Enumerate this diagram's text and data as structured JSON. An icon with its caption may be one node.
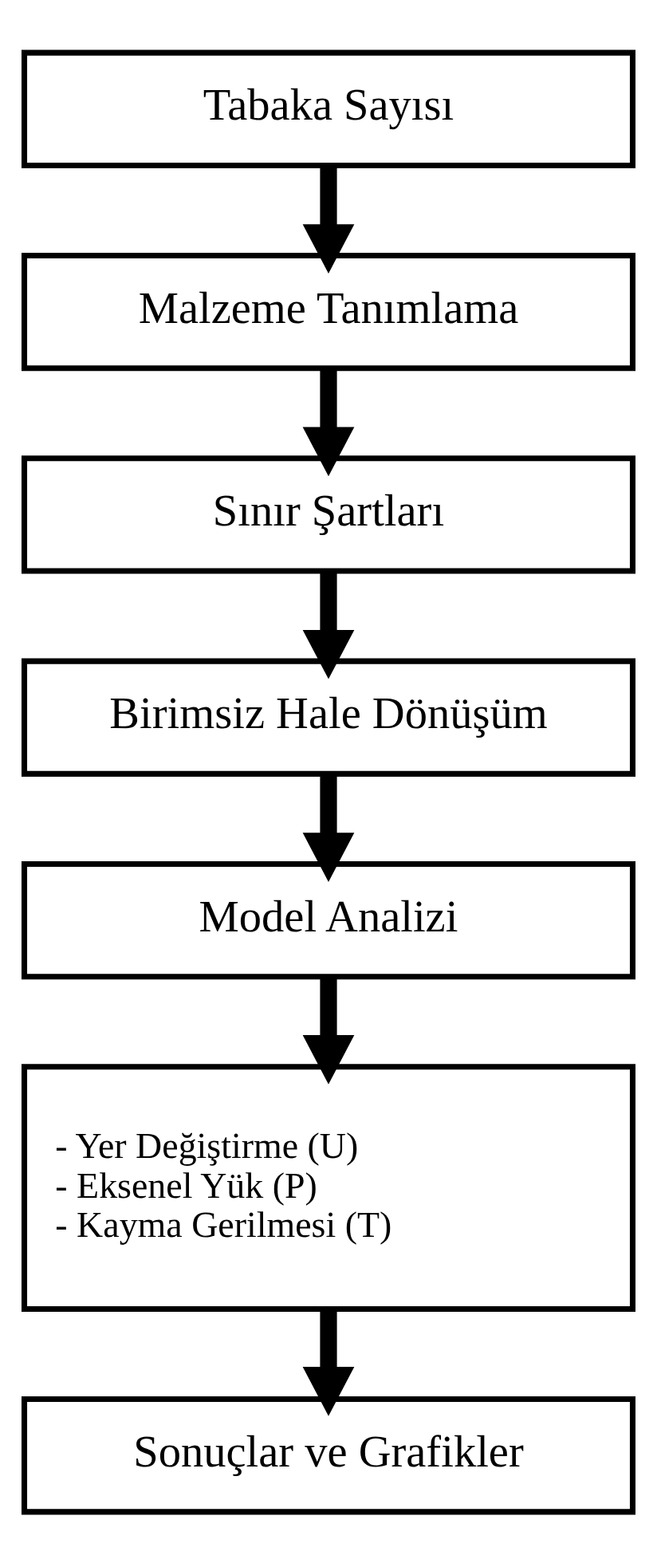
{
  "diagram": {
    "nodes": [
      {
        "text": [
          "Tabaka Sayısı"
        ]
      },
      {
        "text": [
          "Malzeme Tanımlama"
        ]
      },
      {
        "text": [
          "Sınır Şartları"
        ]
      },
      {
        "text": [
          "Birimsiz Hale Dönüşüm"
        ]
      },
      {
        "text": [
          "Model Analizi"
        ]
      },
      {
        "text": [
          "- Yer Değiştirme (U)",
          "- Eksenel Yük (P)",
          "- Kayma Gerilmesi (T)"
        ]
      },
      {
        "text": [
          "Sonuçlar ve Grafikler"
        ]
      }
    ],
    "edges": [
      {
        "from": 0,
        "to": 1,
        "arrow": "to"
      },
      {
        "from": 1,
        "to": 2,
        "arrow": "to"
      },
      {
        "from": 2,
        "to": 3,
        "arrow": "to"
      },
      {
        "from": 3,
        "to": 4,
        "arrow": "to"
      },
      {
        "from": 4,
        "to": 5,
        "arrow": "to"
      },
      {
        "from": 5,
        "to": 6,
        "arrow": "to"
      }
    ]
  }
}
